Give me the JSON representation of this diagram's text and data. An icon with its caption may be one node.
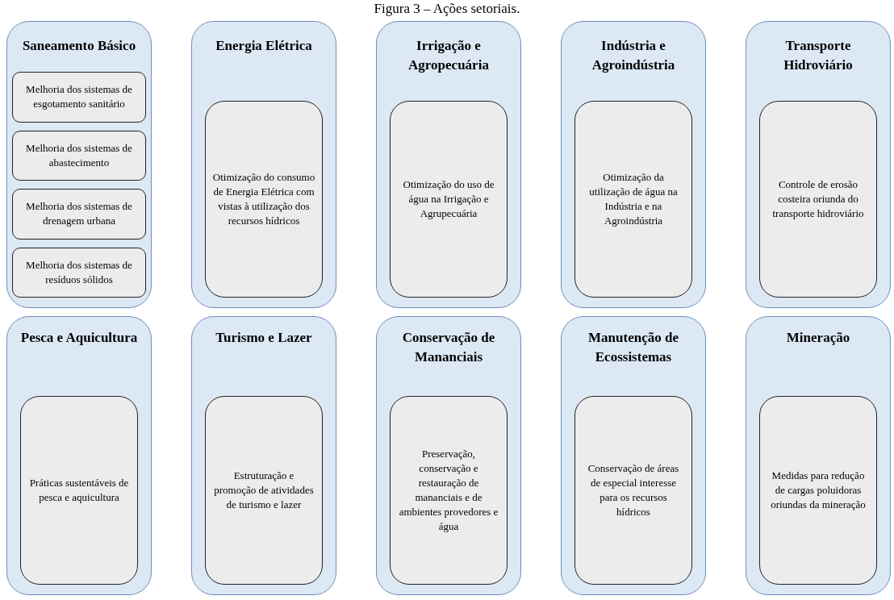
{
  "diagram": {
    "title": "Figura 3 – Ações setoriais.",
    "nodes": [
      {
        "text": [
          "Saneamento Básico"
        ]
      },
      {
        "text": [
          "Melhoria dos sistemas de esgotamento sanitário"
        ],
        "in": 0
      },
      {
        "text": [
          "Melhoria dos sistemas de abastecimento"
        ],
        "in": 0
      },
      {
        "text": [
          "Melhoria dos sistemas de drenagem urbana"
        ],
        "in": 0
      },
      {
        "text": [
          "Melhoria dos sistemas de resíduos sólidos"
        ],
        "in": 0
      },
      {
        "text": [
          "Energia Elétrica"
        ]
      },
      {
        "text": [
          "Otimização do consumo de Energia Elétrica com vistas à utilização dos recursos hídricos"
        ],
        "in": 5
      },
      {
        "text": [
          "Irrigação e Agropecuária"
        ]
      },
      {
        "text": [
          "Otimização do uso de água na Irrigação e Agrupecuária"
        ],
        "in": 7
      },
      {
        "text": [
          "Indústria e Agroindústria"
        ]
      },
      {
        "text": [
          "Otimização da utilização de água na Indústria e na Agroindústria"
        ],
        "in": 9
      },
      {
        "text": [
          "Transporte Hidroviário"
        ]
      },
      {
        "text": [
          "Controle de erosão costeira oriunda do transporte hidroviário"
        ],
        "in": 11
      },
      {
        "text": [
          "Pesca e Aquicultura"
        ]
      },
      {
        "text": [
          "Práticas sustentáveis de pesca e aquicultura"
        ],
        "in": 13
      },
      {
        "text": [
          "Turismo e Lazer"
        ]
      },
      {
        "text": [
          "Estruturação e promoção de atividades de turismo e lazer"
        ],
        "in": 15
      },
      {
        "text": [
          "Conservação de Mananciais"
        ]
      },
      {
        "text": [
          "Preservação, conservação e restauração de mananciais e de ambientes provedores e água"
        ],
        "in": 17
      },
      {
        "text": [
          "Manutenção de Ecossistemas"
        ]
      },
      {
        "text": [
          "Conservação de áreas de especial interesse para os recursos hídricos"
        ],
        "in": 19
      },
      {
        "text": [
          "Mineração"
        ]
      },
      {
        "text": [
          "Medidas para redução de cargas poluidoras oriundas da mineração"
        ],
        "in": 21
      }
    ],
    "edges": []
  }
}
